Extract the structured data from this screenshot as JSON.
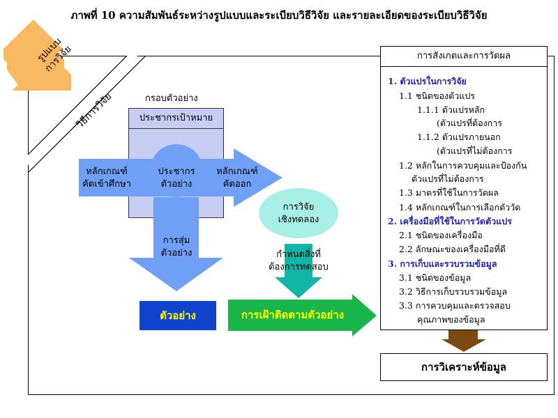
{
  "title": "ภาพที่ 10  ความสัมพันธ์ระหว่างรูปแบบและระเบียบวิธีวิจัย และรายละเอียดของระเบียบวิธีวิจัย",
  "corner_arrow": {
    "line1": "รูปแบบ",
    "line2": "การวิจัย"
  },
  "method_band_label": "วิธีการวิจัย",
  "sampling_frame_label": "กรอบตัวอย่าง",
  "target_population_label": "ประชากรเป้าหมาย",
  "sample_population": {
    "line1": "ประชากร",
    "line2": "ตัวอย่าง"
  },
  "inclusion": {
    "line1": "หลักเกณฑ์",
    "line2": "คัดเข้าศึกษา"
  },
  "exclusion": {
    "line1": "หลักเกณฑ์",
    "line2": "คัดออก"
  },
  "random_sampling": {
    "line1": "การสุ่ม",
    "line2": "ตัวอย่าง"
  },
  "sample_label": "ตัวอย่าง",
  "experimental": {
    "line1": "การวิจัย",
    "line2": "เชิงทดลอง"
  },
  "assign": {
    "line1": "กำหนดสิ่งที่",
    "line2": "ต้องการทดสอบ"
  },
  "follow_up_label": "การเฝ้าติดตามตัวอย่าง",
  "right_panel": {
    "header": "การสังเกตและการวัดผล",
    "items": [
      {
        "text": "1. ตัวแปรในการวิจัย",
        "type": "section"
      },
      {
        "text": "1.1 ชนิดของตัวแปร",
        "type": "item"
      },
      {
        "text": "1.1.1 ตัวแปรหลัก",
        "type": "item"
      },
      {
        "text": "(ตัวแปรที่ต้องการ",
        "type": "item"
      },
      {
        "text": "1.1.2 ตัวแปรภายนอก",
        "type": "item"
      },
      {
        "text": "(ตัวแปรที่ไม่ต้องการ",
        "type": "item"
      },
      {
        "text": "1.2 หลักในการควบคุมและป้องกัน",
        "type": "item"
      },
      {
        "text": "ตัวแปรที่ไม่ต้องการ",
        "type": "item"
      },
      {
        "text": "1.3 มาตรที่ใช้ในการวัดผล",
        "type": "item"
      },
      {
        "text": "1.4 หลักเกณฑ์ในการเลือกตัววัด",
        "type": "item"
      },
      {
        "text": "2. เครื่องมือที่ใช้ในการวัดตัวแปร",
        "type": "section"
      },
      {
        "text": "2.1 ชนิดของเครื่องมือ",
        "type": "item"
      },
      {
        "text": "2.2 ลักษณะของเครื่องมือที่ดี",
        "type": "item"
      },
      {
        "text": "3. การเก็บและรวบรวมข้อมูล",
        "type": "section"
      },
      {
        "text": "3.1 ชนิดของข้อมูล",
        "type": "item"
      },
      {
        "text": "3.2 วิธีการเก็บรวบรวมข้อมูล",
        "type": "item"
      },
      {
        "text": "3.3 การควบคุมและตรวจสอบ",
        "type": "item"
      },
      {
        "text": "คุณภาพของข้อมูล",
        "type": "item"
      }
    ]
  },
  "analysis_label": "การวิเคราะห์ข้อมูล",
  "colors": {
    "orange": "#f9b862",
    "blue_arrow": "#6fa0f5",
    "dark_blue": "#1144cc",
    "yellow": "#ffff00",
    "green": "#1bb64a",
    "teal": "#12b5a6",
    "light_teal": "#a8f0e6",
    "brown": "#7a4a10",
    "lavender": "#c7cdf2",
    "section_blue": "#1f1fb8"
  }
}
